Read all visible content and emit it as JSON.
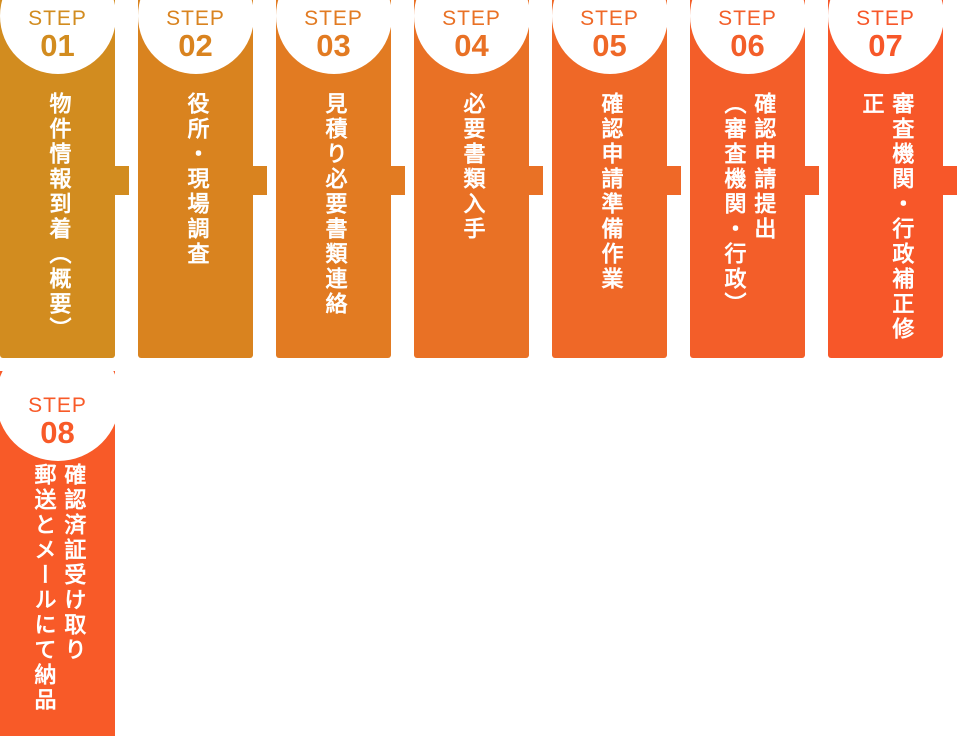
{
  "background": "#ffffff",
  "step_word": "STEP",
  "steps": [
    {
      "number": "01",
      "label": "物件情報到着（概要）",
      "color": "#d28c1f",
      "connector_to_next": true
    },
    {
      "number": "02",
      "label": "役所・現場調査",
      "color": "#d9831f",
      "connector_to_next": true
    },
    {
      "number": "03",
      "label": "見積り必要書類連絡",
      "color": "#e27b22",
      "connector_to_next": true
    },
    {
      "number": "04",
      "label": "必要書類入手",
      "color": "#e97125",
      "connector_to_next": true
    },
    {
      "number": "05",
      "label": "確認申請準備作業",
      "color": "#ef6827",
      "connector_to_next": true
    },
    {
      "number": "06",
      "label": "確認申請提出\n（審査機関・行政）",
      "color": "#f35e29",
      "connector_to_next": true
    },
    {
      "number": "07",
      "label": "審査機関・行政補正修正",
      "color": "#f75729",
      "connector_to_next": true
    },
    {
      "number": "08",
      "label": "確認済証受け取り\n郵送とメールにて納品",
      "color": "#f85a28",
      "connector_to_next": false
    }
  ]
}
